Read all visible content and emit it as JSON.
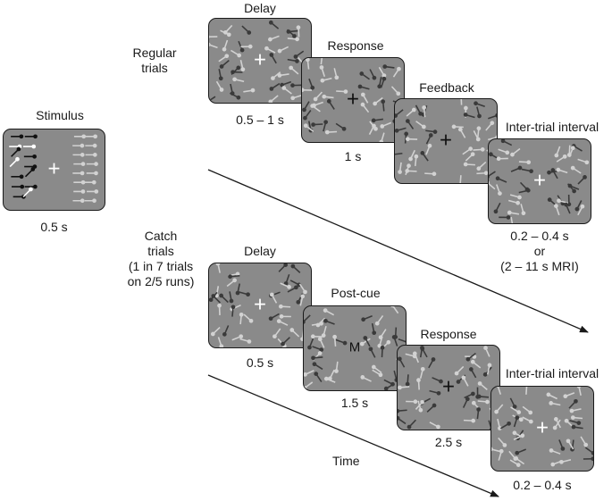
{
  "stimulus": {
    "title": "Stimulus",
    "duration": "0.5 s",
    "fixation": "+"
  },
  "regular": {
    "label_line1": "Regular",
    "label_line2": "trials",
    "panels": [
      {
        "title": "Delay",
        "duration": "0.5 – 1 s",
        "fixation": "+",
        "fixation_color": "white"
      },
      {
        "title": "Response",
        "duration": "1 s",
        "fixation": "+",
        "fixation_color": "black"
      },
      {
        "title": "Feedback",
        "duration": "",
        "fixation": "+",
        "fixation_color": "black"
      },
      {
        "title": "Inter-trial interval",
        "duration": "0.2 – 0.4 s",
        "duration_or": "or",
        "duration_mri": "(2 – 11 s MRI)",
        "fixation": "+",
        "fixation_color": "white"
      }
    ]
  },
  "catch": {
    "label_line1": "Catch",
    "label_line2": "trials",
    "label_line3": "(1 in 7 trials",
    "label_line4": "on 2/5 runs)",
    "panels": [
      {
        "title": "Delay",
        "duration": "0.5 s",
        "fixation": "+",
        "fixation_color": "white"
      },
      {
        "title": "Post-cue",
        "duration": "1.5 s",
        "fixation": "M",
        "fixation_color": "black"
      },
      {
        "title": "Response",
        "duration": "2.5 s",
        "fixation": "+",
        "fixation_color": "black"
      },
      {
        "title": "Inter-trial interval",
        "duration": "0.2 – 0.4 s",
        "fixation": "+",
        "fixation_color": "white"
      }
    ]
  },
  "time_label": "Time",
  "colors": {
    "panel_bg": "#8a8a8a",
    "stick_light": "#d2d2d2",
    "stick_dark": "#3a3a3a",
    "stick_white": "#ffffff",
    "stick_black": "#111111",
    "arrow": "#1a1a1a"
  }
}
